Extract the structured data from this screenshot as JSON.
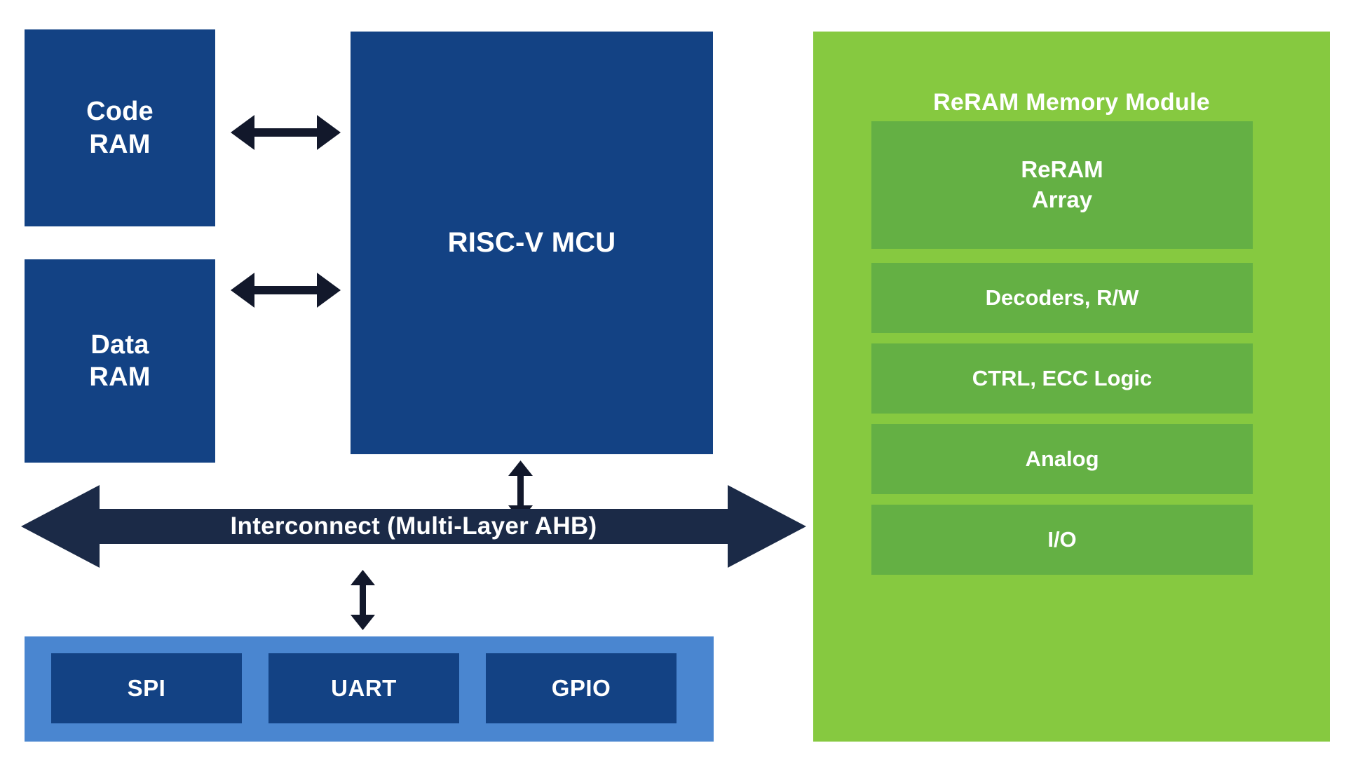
{
  "diagram": {
    "title": "RISC-V MCU with embedded ReRAM memory module block diagram",
    "colors": {
      "navy": "#134284",
      "light_blue": "#4a86d0",
      "light_green": "#86c940",
      "dark_green": "#64b044",
      "arrow_navy": "#1b2a47",
      "background": "#ffffff",
      "text": "#ffffff"
    }
  },
  "memories": {
    "code_ram": {
      "label": "Code\nRAM"
    },
    "data_ram": {
      "label": "Data\nRAM"
    }
  },
  "cpu": {
    "label": "RISC-V MCU"
  },
  "interconnect": {
    "label": "Interconnect (Multi-Layer AHB)"
  },
  "peripherals": {
    "items": [
      {
        "label": "SPI"
      },
      {
        "label": "UART"
      },
      {
        "label": "GPIO"
      }
    ]
  },
  "reram_module": {
    "title": "ReRAM Memory Module",
    "blocks": [
      {
        "label": "ReRAM\nArray"
      },
      {
        "label": "Decoders, R/W"
      },
      {
        "label": "CTRL, ECC Logic"
      },
      {
        "label": "Analog"
      },
      {
        "label": "I/O"
      }
    ]
  },
  "connections": {
    "code_ram_to_cpu": {
      "type": "bidirectional-horizontal-arrow"
    },
    "data_ram_to_cpu": {
      "type": "bidirectional-horizontal-arrow"
    },
    "cpu_to_interconnect": {
      "type": "bidirectional-vertical-arrow"
    },
    "interconnect_to_peripherals": {
      "type": "bidirectional-vertical-arrow"
    },
    "interconnect_bus": {
      "type": "bidirectional-horizontal-bus-arrow"
    }
  }
}
